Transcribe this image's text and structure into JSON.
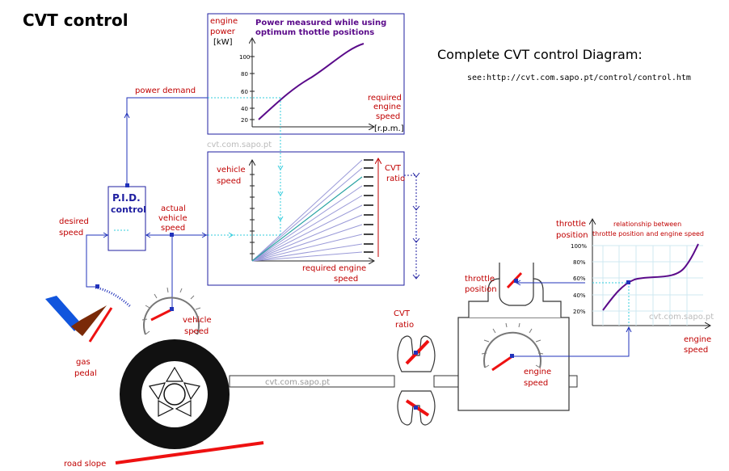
{
  "title": "CVT control",
  "heading": "Complete CVT control Diagram:",
  "link": "see:http://cvt.com.sapo.pt/control/control.htm",
  "watermark": "cvt.com.sapo.pt",
  "power_chart": {
    "title_line1": "Power measured while using",
    "title_line2": "optimum thottle positions",
    "ylabel_line1": "engine",
    "ylabel_line2": "power",
    "yunit": "[kW]",
    "yticks": [
      "100",
      "80",
      "60",
      "40",
      "20"
    ],
    "xlabel_line1": "required",
    "xlabel_line2": "engine",
    "xlabel_line3": "speed",
    "xunit": "[r.p.m.]"
  },
  "speed_chart": {
    "ylabel_line1": "vehicle",
    "ylabel_line2": "speed",
    "ratio_line1": "CVT",
    "ratio_line2": "ratio",
    "xlabel_line1": "required engine",
    "xlabel_line2": "speed"
  },
  "throttle_chart": {
    "ylabel_line1": "throttle",
    "ylabel_line2": "position",
    "title_line1": "relationship between",
    "title_line2": "throttle position and engine speed",
    "yticks": [
      "100%",
      "80%",
      "60%",
      "40%",
      "20%"
    ],
    "xlabel_line1": "engine",
    "xlabel_line2": "speed"
  },
  "labels": {
    "power_demand": "power demand",
    "pid_line1": "P.I.D.",
    "pid_line2": "control",
    "actual_line1": "actual",
    "actual_line2": "vehicle",
    "actual_line3": "speed",
    "desired_line1": "desired",
    "desired_line2": "speed",
    "vehicle_speed_line1": "vehicle",
    "vehicle_speed_line2": "speed",
    "gas_line1": "gas",
    "gas_line2": "pedal",
    "road_slope": "road  slope",
    "cvt_ratio_line1": "CVT",
    "cvt_ratio_line2": "ratio",
    "throttle_line1": "throttle",
    "throttle_line2": "position",
    "engine_speed_line1": "engine",
    "engine_speed_line2": "speed"
  },
  "colors": {
    "frame": "#1f1fa0",
    "label_red": "#c00000",
    "curve_purple": "#5a0a8a",
    "guide_cyan": "#33ccdd",
    "needle_red": "#ee1111",
    "link_blue": "#2233bb"
  }
}
